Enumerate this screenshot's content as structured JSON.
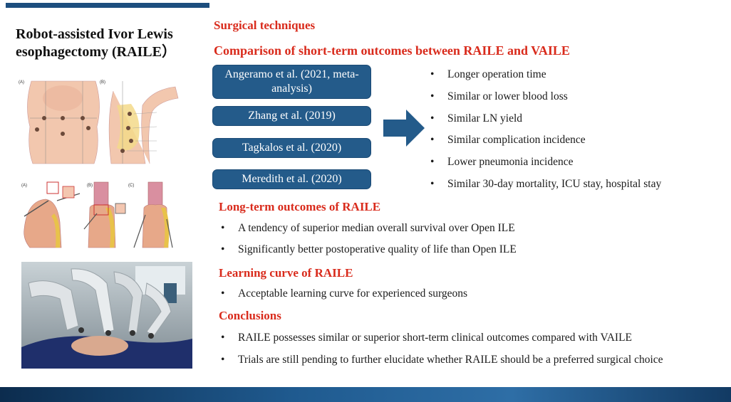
{
  "title": "Robot-assisted Ivor Lewis esophagectomy (RAILE）",
  "headings": {
    "surgical": "Surgical techniques",
    "comparison": "Comparison of short-term outcomes between RAILE and VAILE",
    "long_term": "Long-term outcomes of RAILE",
    "learning": "Learning curve of RAILE",
    "conclusions": "Conclusions"
  },
  "studies": [
    "Angeramo et al. (2021, meta-analysis)",
    "Zhang et al. (2019)",
    "Tagkalos et al. (2020)",
    "Meredith et al. (2020)"
  ],
  "bullet_glyph": "•",
  "short_term_outcomes": [
    "Longer operation time",
    "Similar or lower blood loss",
    "Similar LN yield",
    "Similar complication incidence",
    "Lower pneumonia incidence",
    "Similar 30-day mortality, ICU stay, hospital stay"
  ],
  "long_term_outcomes": [
    "A tendency of superior median overall survival over Open ILE",
    "Significantly better postoperative quality of life than Open ILE"
  ],
  "learning_curve": [
    "Acceptable learning curve for experienced surgeons"
  ],
  "conclusions": [
    "RAILE possesses similar or superior short-term clinical outcomes compared with VAILE",
    "Trials are still pending to further elucidate whether RAILE should be a preferred surgical choice"
  ],
  "figure_labels": {
    "port_a": "(A)",
    "port_b": "(B)",
    "anast_a": "(A)",
    "anast_b": "(B)",
    "anast_c": "(C)"
  },
  "colors": {
    "heading_red": "#d92b1c",
    "box_blue": "#245b8a",
    "bar_blue": "#1d4e7e"
  }
}
